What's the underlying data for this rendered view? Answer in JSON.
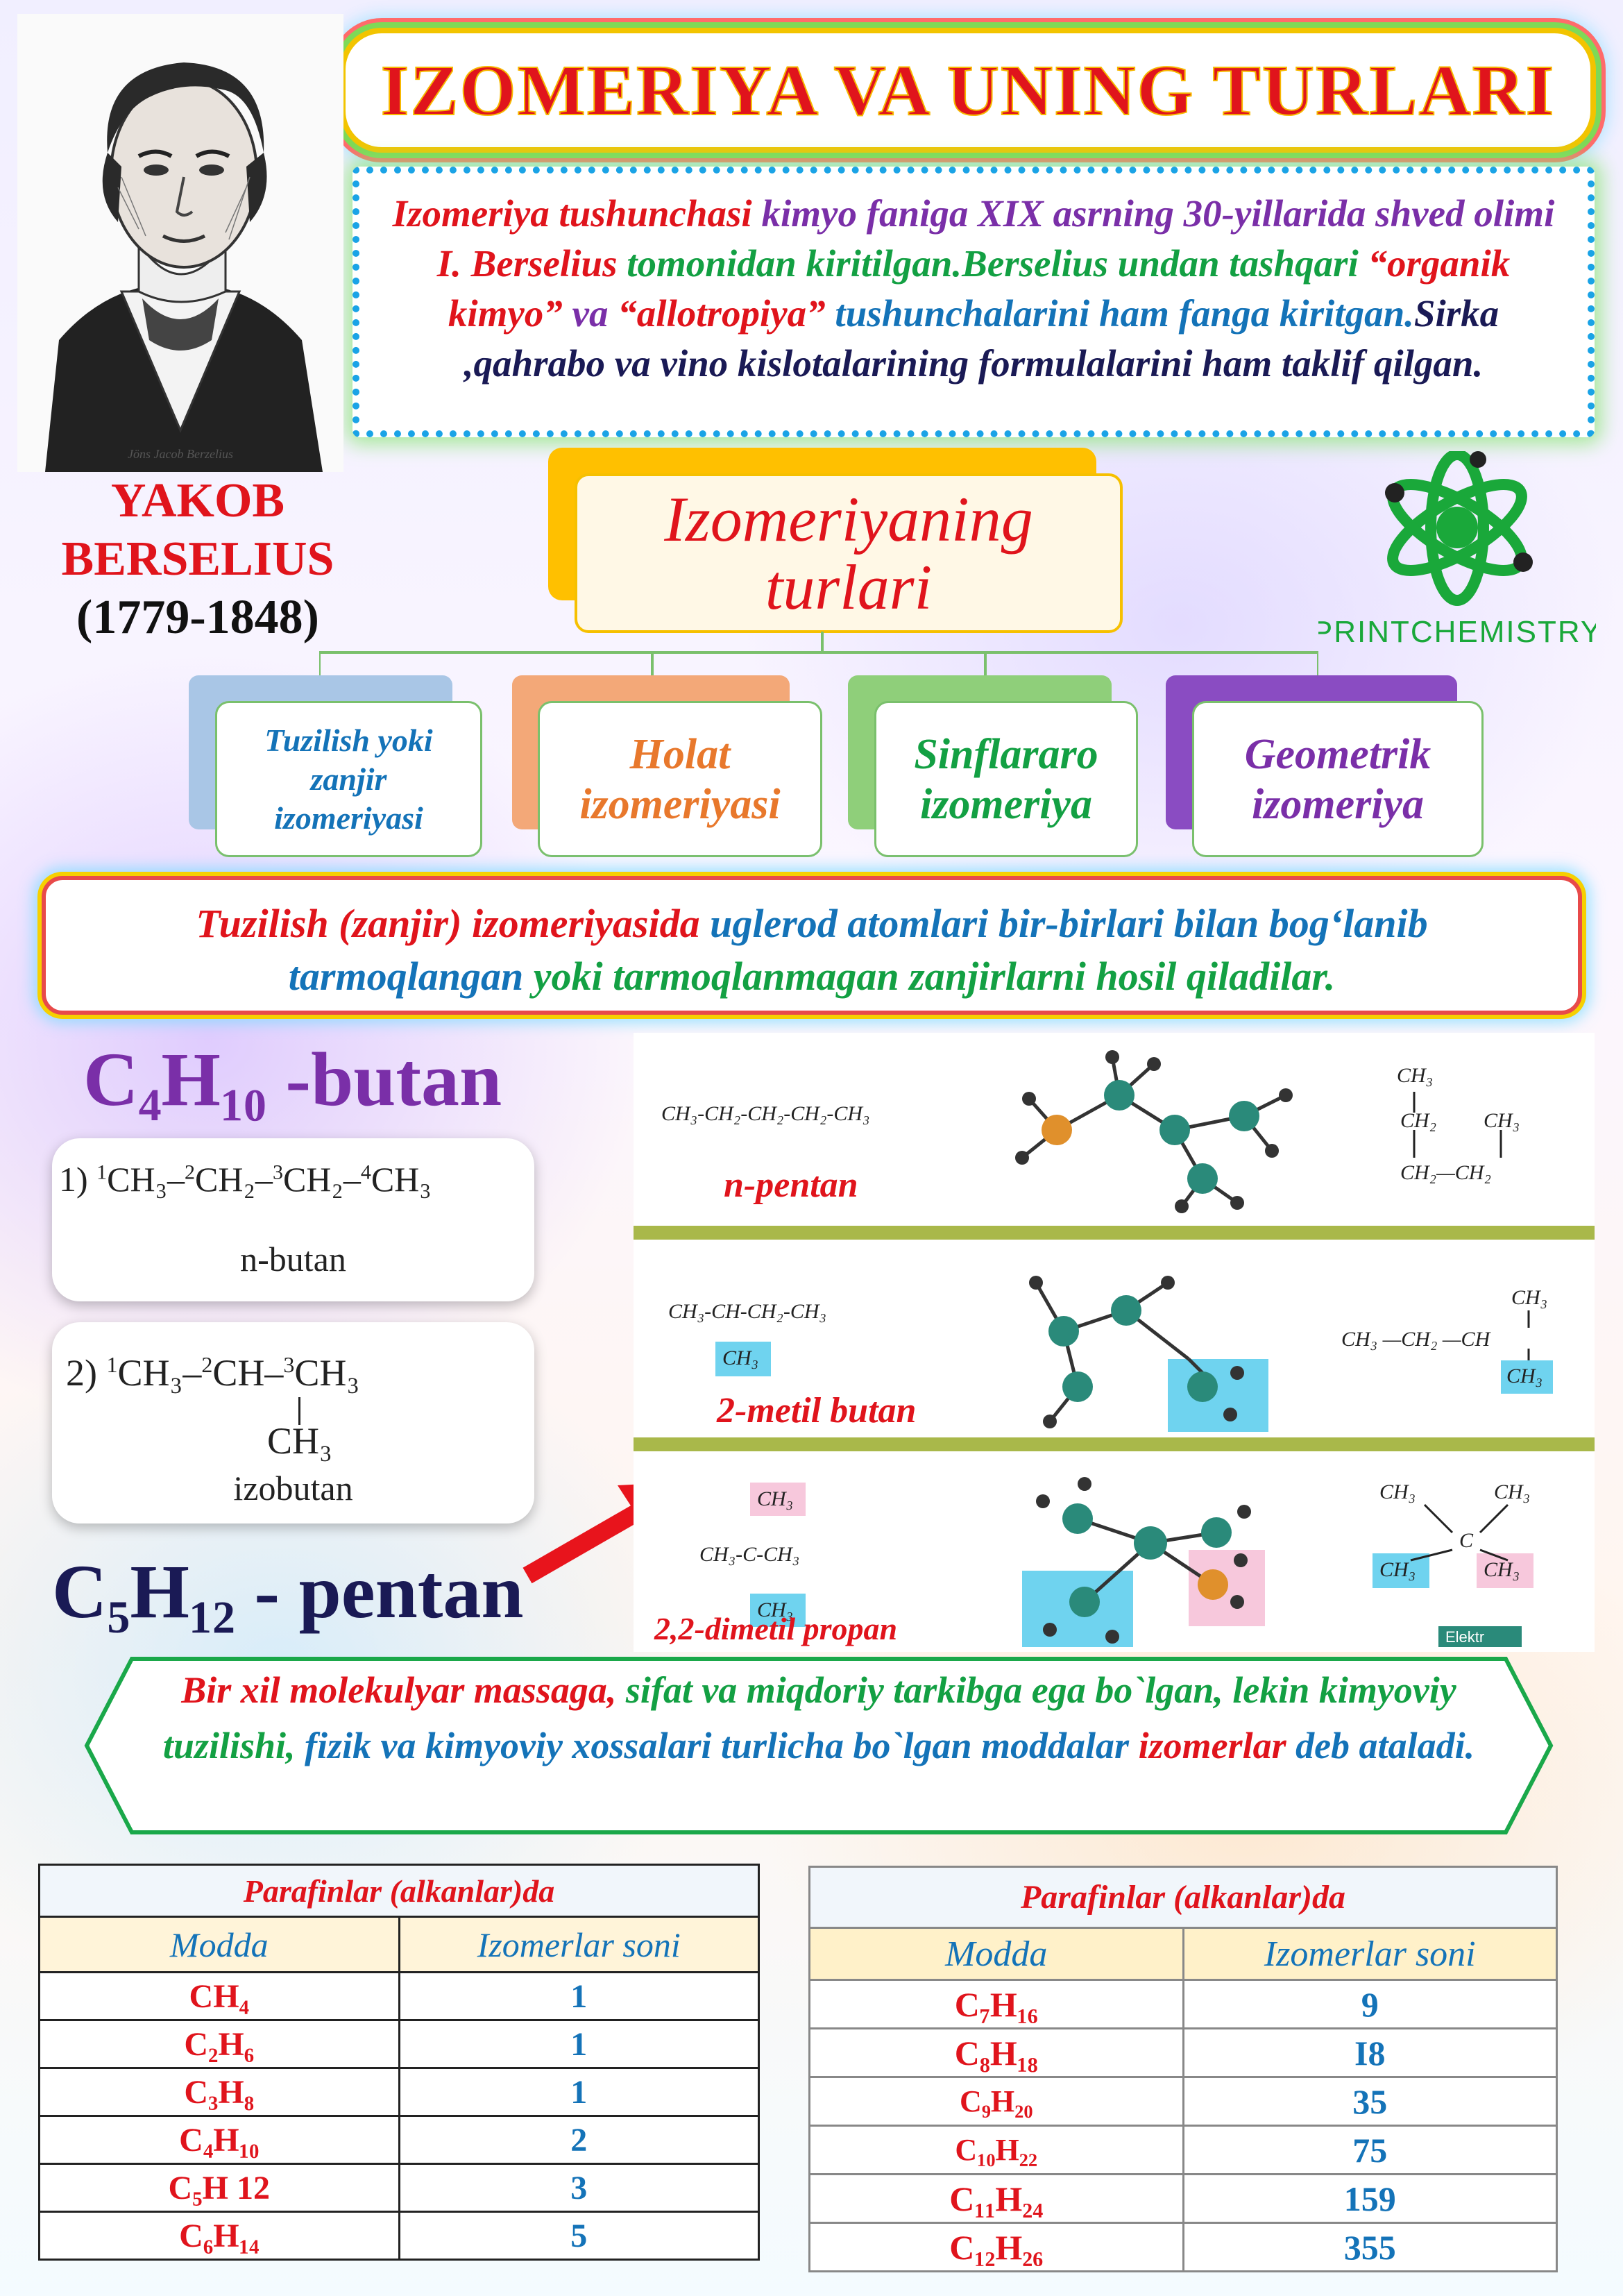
{
  "title": "IZOMERIYA VA UNING TURLARI",
  "intro": {
    "p1": "Izomeriya tushunchasi",
    "p2": " kimyo faniga XIX asrning 30-yillarida shved olimi ",
    "p3": "I. Berselius",
    "p4": " tomonidan kiritilgan.Berselius undan tashqari ",
    "p5": "“organik kimyo”",
    "p6": " va ",
    "p7": "“allotropiya”",
    "p8": " tushunchalarini ham fanga kiritgan.",
    "p9": "Sirka ,qahrabo va vino kislotalarining formulalarini ham taklif qilgan."
  },
  "scientist": {
    "line1": "YAKOB",
    "line2": "BERSELIUS",
    "years": "(1779-1848)",
    "signature": "Jöns Jacob Berzelius"
  },
  "types": {
    "main_line1": "Izomeriyaning",
    "main_line2": "turlari",
    "items": [
      {
        "l1": "Tuzilish yoki",
        "l2": "zanjir",
        "l3": "izomeriyasi"
      },
      {
        "l1": "Holat",
        "l2": "izomeriyasi"
      },
      {
        "l1": "Sinflararo",
        "l2": "izomeriya"
      },
      {
        "l1": "Geometrik",
        "l2": "izomeriya"
      }
    ]
  },
  "logo_text": "PRINTCHEMISTRY",
  "tuzilish_def": {
    "a": "Tuzilish (zanjir) izomeriyasida",
    "b": " uglerod atomlari bir-birlari bilan bog‘lanib ",
    "c": "tarmoqlangan",
    "d": " yoki tarmoqlanmagan zanjirlarni hosil qiladilar."
  },
  "butan": {
    "title": "C₄H₁₀ -butan",
    "f1_num": "1)",
    "f1_1": "CH₃–",
    "f1_2": "CH₂–",
    "f1_3": "CH₂–",
    "f1_4": "CH₃",
    "f1_name": "n-butan",
    "f2_num": "2)",
    "f2_1": "CH₃–",
    "f2_2": "CH–",
    "f2_3": "CH₃",
    "f2_branch": "CH₃",
    "f2_name": "izobutan"
  },
  "sup": {
    "s1": "1",
    "s2": "2",
    "s3": "3",
    "s4": "4"
  },
  "pentan": {
    "title": "C₅H₁₂ - pentan",
    "row1_formula": "CH₃-CH₂-CH₂-CH₂-CH₃",
    "row1_name": "n-pentan",
    "row2_formula": "CH₃-CH-CH₂-CH₃",
    "row2_branch": "CH₃",
    "row2_name": "2-metil butan",
    "row3_top": "CH₃",
    "row3_formula": "CH₃-C-CH₃",
    "row3_bottom": "CH₃",
    "row3_name": "2,2-dimetil propan",
    "r1_right_top": "CH₃",
    "r1_right_mid": "CH₂",
    "r1_right_mid2": "CH₃",
    "r1_right_bot": "CH₂—CH₂",
    "r2_right_top": "CH₃",
    "r2_right_mid": "CH₃ —CH₂ —CH",
    "r2_right_bot": "CH₃",
    "r3_right_l": "CH₃",
    "r3_right_r": "CH₃",
    "r3_right_c": "C",
    "r3_right_bl": "CH₃",
    "r3_right_br": "CH₃",
    "watermark": "Elektr"
  },
  "izomer_def": {
    "a": "Bir xil molekulyar massaga,",
    "b": " sifat va miqdoriy tarkibga ega bo`lgan, lekin ",
    "c": "kimyoviy tuzilishi,",
    "d": " fizik",
    "e": " va kimyoviy xossalari turlicha bo`lgan moddalar ",
    "f": "izomerlar",
    "g": " deb ataladi."
  },
  "table_left": {
    "title": "Parafinlar (alkanlar)da",
    "col1": "Modda",
    "col2": "Izomerlar soni",
    "rows": [
      {
        "m": "CH₄",
        "n": "1"
      },
      {
        "m": "C₂H₆",
        "n": "1"
      },
      {
        "m": "C₃H₈",
        "n": "1"
      },
      {
        "m": "C₄H₁₀",
        "n": "2"
      },
      {
        "m": "C₅H 12",
        "n": "3"
      },
      {
        "m": "C₆H₁₄",
        "n": "5"
      }
    ]
  },
  "table_right": {
    "title": "Parafinlar (alkanlar)da",
    "col1": "Modda",
    "col2": "Izomerlar soni",
    "rows": [
      {
        "m": "C₇H₁₆",
        "n": "9"
      },
      {
        "m": "C₈H₁₈",
        "n": "I8"
      },
      {
        "m": "C₉H₂₀",
        "n": "35"
      },
      {
        "m": "C₁₀H₂₂",
        "n": "75"
      },
      {
        "m": "C₁₁H₂₄",
        "n": "159"
      },
      {
        "m": "C₁₂H₂₆",
        "n": "355"
      }
    ]
  }
}
